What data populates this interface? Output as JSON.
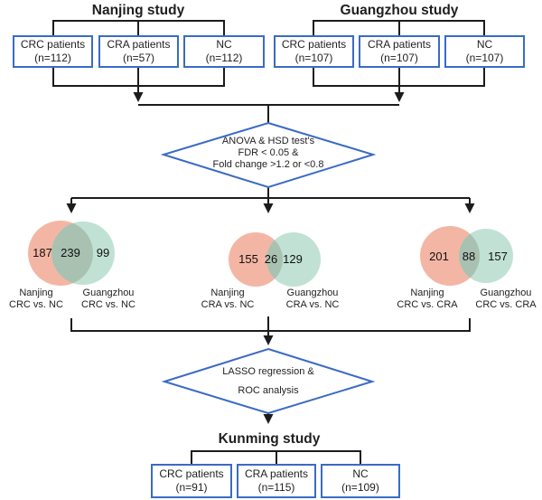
{
  "colors": {
    "accent_blue": "#3A6BC5",
    "line_black": "#1C1C1C",
    "venn_pink": "#F4B6A4",
    "venn_teal": "#C1E1D5",
    "venn_overlap": "#A9C1B1",
    "background": "#FFFFFF"
  },
  "nanjing": {
    "title": "Nanjing study",
    "boxes": [
      "CRC patients\n(n=112)",
      "CRA patients\n(n=57)",
      "NC\n(n=112)"
    ]
  },
  "guangzhou": {
    "title": "Guangzhou study",
    "boxes": [
      "CRC patients\n(n=107)",
      "CRA patients\n(n=107)",
      "NC\n(n=107)"
    ]
  },
  "kunming": {
    "title": "Kunming study",
    "boxes": [
      "CRC patients\n(n=91)",
      "CRA patients\n(n=115)",
      "NC\n(n=109)"
    ]
  },
  "filter_diamond": {
    "text": "ANOVA & HSD test's\nFDR < 0.05 &\nFold change >1.2 or <0.8"
  },
  "model_diamond": {
    "text": "LASSO regression &\nROC analysis"
  },
  "venns": [
    {
      "left_count": "187",
      "overlap_count": "239",
      "right_count": "99",
      "left_label": "Nanjing\nCRC vs. NC",
      "right_label": "Guangzhou\nCRC vs. NC"
    },
    {
      "left_count": "155",
      "overlap_count": "26",
      "right_count": "129",
      "left_label": "Nanjing\nCRA vs. NC",
      "right_label": "Guangzhou\nCRA vs. NC"
    },
    {
      "left_count": "201",
      "overlap_count": "88",
      "right_count": "157",
      "left_label": "Nanjing\nCRC vs. CRA",
      "right_label": "Guangzhou\nCRC vs. CRA"
    }
  ]
}
